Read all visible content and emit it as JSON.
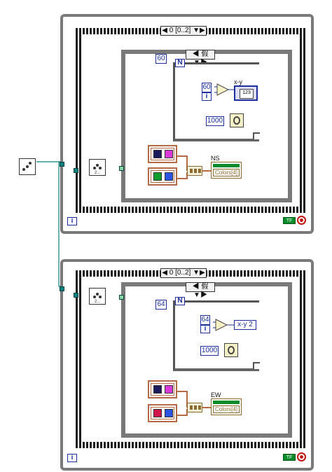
{
  "blocks": [
    {
      "case_selector": "◀ 假 ▼▶",
      "sequence_selector": "◀ 0 [0..2] ▼▶",
      "for_count": "60",
      "n_label": "N",
      "const_input": "60",
      "iter_label": "i",
      "xy_label": "x-y",
      "xy_value": "123",
      "wait_ms": "1000",
      "cluster_label": "NS",
      "colors_label": "Colors[4]",
      "colors": [
        "#1a1a5c",
        "#d93ad9",
        "#0f9e2c",
        "#2b55e0"
      ]
    },
    {
      "case_selector": "◀ 假 ▼▶",
      "sequence_selector": "◀ 0 [0..2] ▼▶",
      "for_count": "64",
      "n_label": "N",
      "const_input": "64",
      "iter_label": "i",
      "xy_label": "x-y 2",
      "wait_ms": "1000",
      "cluster_label": "EW",
      "colors_label": "Colors[4]",
      "colors": [
        "#1a1a5c",
        "#d93ad9",
        "#d0144a",
        "#2b55e0"
      ]
    }
  ],
  "loop_iteration_label": "i",
  "loop_condition_label": "TF",
  "wire_color": "#0e7f7f"
}
